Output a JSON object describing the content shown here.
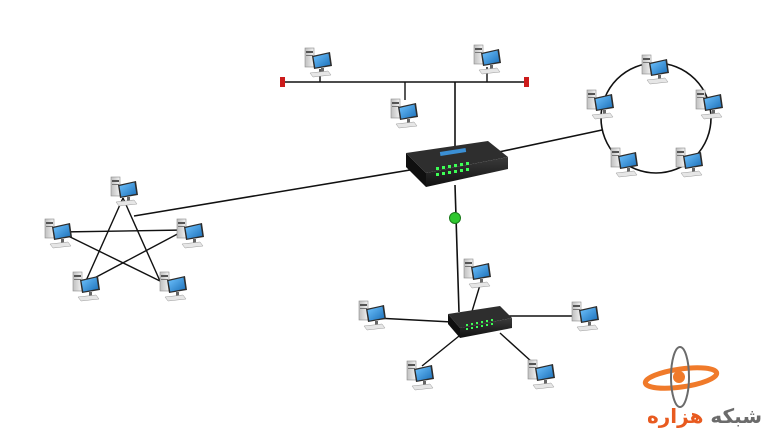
{
  "brand": {
    "logo_word_1": "هزاره",
    "logo_word_2": "شبکه",
    "accent_color": "#f07a2a",
    "logo_gray": "#6b6b6b"
  },
  "diagram": {
    "topologies": [
      "bus",
      "ring",
      "star",
      "mesh-pentagon",
      "hub-central"
    ],
    "colors": {
      "line": "#111111",
      "terminator": "#cc1b1b",
      "connector": "#2ec72e",
      "switch_body": "#1e1e1e",
      "switch_led": "#3dff55",
      "monitor_screen": "#2a8fd8",
      "case": "#d7d7d7"
    }
  }
}
